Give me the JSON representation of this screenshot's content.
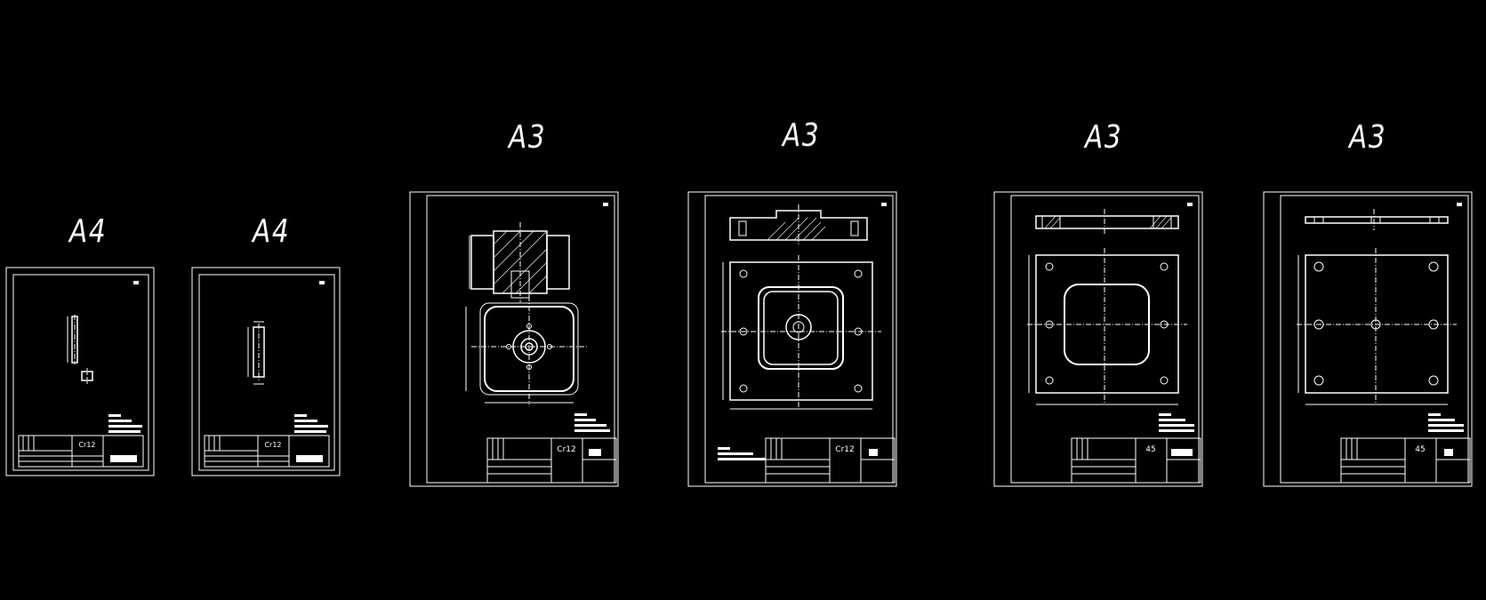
{
  "sheets": [
    {
      "label": "A4",
      "material": "Cr12"
    },
    {
      "label": "A4",
      "material": "Cr12"
    },
    {
      "label": "A3",
      "material": "Cr12"
    },
    {
      "label": "A3",
      "material": "Cr12"
    },
    {
      "label": "A3",
      "material": "45"
    },
    {
      "label": "A3",
      "material": "45"
    }
  ],
  "colors": {
    "background": "#000000",
    "line": "#ffffff"
  }
}
